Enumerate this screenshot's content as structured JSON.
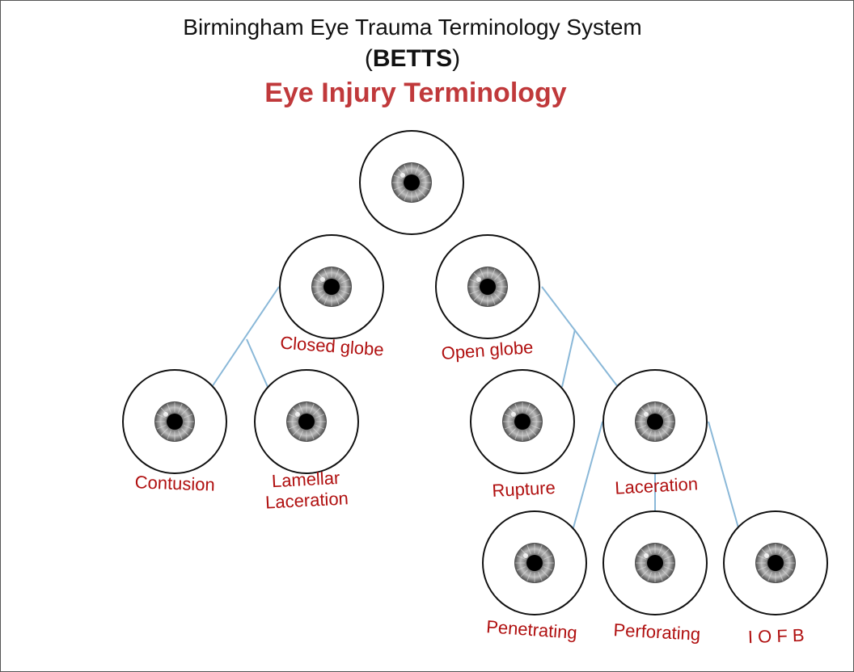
{
  "header": {
    "line1": "Birmingham Eye Trauma Terminology System",
    "line2_open": "(",
    "line2_bold": "BETTS",
    "line2_close": ")",
    "subtitle": "Eye Injury Terminology"
  },
  "colors": {
    "label": "#b01010",
    "subtitle": "#c0393b",
    "connector": "#8ab8d8",
    "circle_stroke": "#111111"
  },
  "nodes": [
    {
      "id": "root",
      "label": ""
    },
    {
      "id": "closed-globe",
      "label": "Closed globe"
    },
    {
      "id": "open-globe",
      "label": "Open globe"
    },
    {
      "id": "contusion",
      "label": "Contusion"
    },
    {
      "id": "lamellar-laceration",
      "label": "Lamellar Laceration"
    },
    {
      "id": "rupture",
      "label": "Rupture"
    },
    {
      "id": "laceration",
      "label": "Laceration"
    },
    {
      "id": "penetrating",
      "label": "Penetrating"
    },
    {
      "id": "perforating",
      "label": "Perforating"
    },
    {
      "id": "iofb",
      "label": "I O F B"
    }
  ]
}
